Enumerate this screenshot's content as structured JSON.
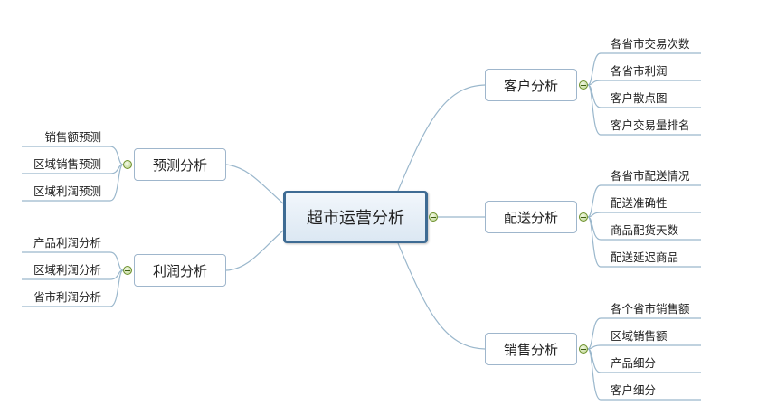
{
  "center": {
    "label": "超市运营分析"
  },
  "right_branches": [
    {
      "label": "客户分析",
      "leaves": [
        "各省市交易次数",
        "各省市利润",
        "客户散点图",
        "客户交易量排名"
      ]
    },
    {
      "label": "配送分析",
      "leaves": [
        "各省市配送情况",
        "配送准确性",
        "商品配货天数",
        "配送延迟商品"
      ]
    },
    {
      "label": "销售分析",
      "leaves": [
        "各个省市销售额",
        "区域销售额",
        "产品细分",
        "客户细分"
      ]
    }
  ],
  "left_branches": [
    {
      "label": "预测分析",
      "leaves": [
        "销售额预测",
        "区域销售预测",
        "区域利润预测"
      ]
    },
    {
      "label": "利润分析",
      "leaves": [
        "产品利润分析",
        "区域利润分析",
        "省市利润分析"
      ]
    }
  ],
  "colors": {
    "line": "#9ab7cc",
    "center_border": "#3e6b93",
    "collapse": "#b9d38a"
  }
}
